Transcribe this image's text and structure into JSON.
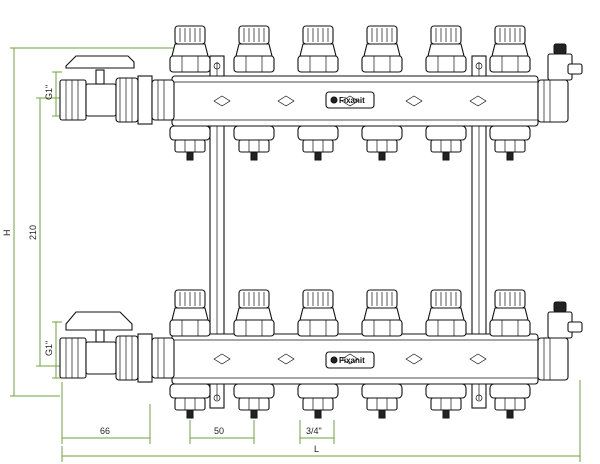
{
  "brand": "Fixanit",
  "dimensions": {
    "height_label": "H",
    "spacing_label": "210",
    "inlet_label": "G1\"",
    "offset_label": "66",
    "pitch_label": "50",
    "outlet_label": "3/4\"",
    "length_label": "L"
  },
  "colors": {
    "line": "#111111",
    "dimension": "#6fa33a",
    "background": "#ffffff"
  },
  "outlets_per_bar": 6
}
